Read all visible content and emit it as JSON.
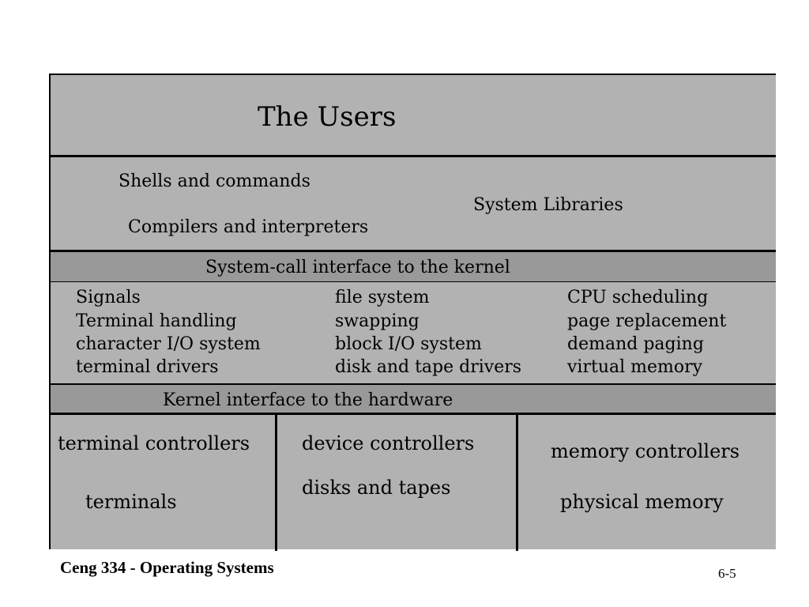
{
  "diagram": {
    "users_title": "The Users",
    "user_programs": {
      "shells": "Shells and commands",
      "compilers": "Compilers and interpreters",
      "libraries": "System Libraries"
    },
    "syscall_interface": "System-call interface to the kernel",
    "kernel": {
      "col1": [
        "Signals",
        "Terminal handling",
        "character I/O system",
        "terminal drivers"
      ],
      "col2": [
        "file system",
        "swapping",
        "block I/O system",
        "disk and tape drivers"
      ],
      "col3": [
        "CPU scheduling",
        "page replacement",
        "demand paging",
        "virtual memory"
      ]
    },
    "hardware_interface": "Kernel interface to the hardware",
    "hardware": {
      "col1": [
        "terminal controllers",
        "terminals"
      ],
      "col2": [
        "device controllers",
        "disks and tapes"
      ],
      "col3": [
        "memory controllers",
        "physical memory"
      ]
    }
  },
  "footer": {
    "course": "Ceng 334 - Operating Systems",
    "slide_number": "6-5"
  }
}
